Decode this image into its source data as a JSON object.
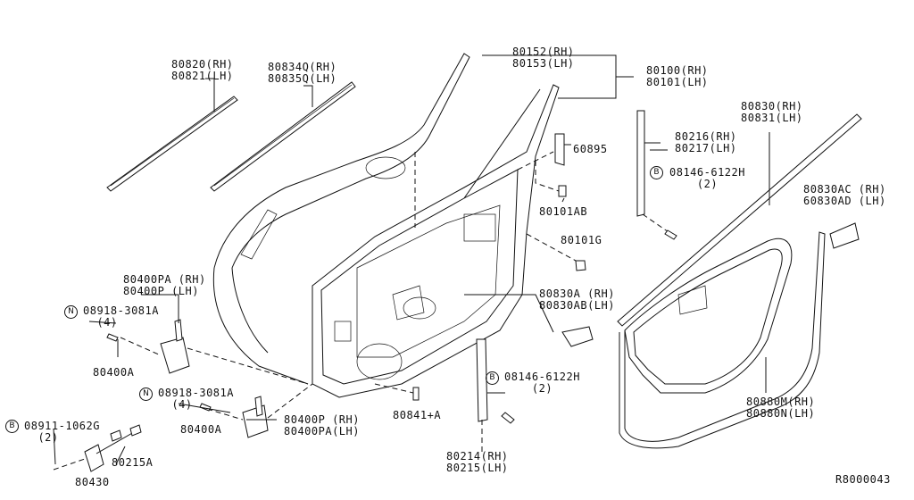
{
  "diagram_id": "R8000043",
  "labels": {
    "p80820": "80820(RH)\n80821(LH)",
    "p80834": "80834Q(RH)\n80835Q(LH)",
    "p80152": "80152(RH)\n80153(LH)",
    "p80100": "80100(RH)\n80101(LH)",
    "p60895": "60895",
    "p80101ab": "80101AB",
    "p80101g": "80101G",
    "p80216": "80216(RH)\n80217(LH)",
    "p08146a": "08146-6122H\n    (2)",
    "p80830": "80830(RH)\n80831(LH)",
    "p80830ac": "80830AC (RH)\n60830AD (LH)",
    "p80400pa": "80400PA (RH)\n80400P (LH)",
    "p08918a": "08918-3081A\n  (4)",
    "p80400a1": "80400A",
    "p08918b": "08918-3081A\n  (4)",
    "p80400a2": "80400A",
    "p80400p": "80400P (RH)\n80400PA(LH)",
    "p08911": "08911-1062G\n  (2)",
    "p80215a": "80215A",
    "p80430": "80430",
    "p80830a": "80830A (RH)\n80830AB(LH)",
    "p08146b": "08146-6122H\n    (2)",
    "p80841": "80841+A",
    "p80214": "80214(RH)\n80215(LH)",
    "p80880": "80880M(RH)\n80880N(LH)"
  },
  "badges": {
    "b1": "B",
    "n1": "N",
    "n2": "N",
    "b2": "B",
    "b3": "B"
  }
}
